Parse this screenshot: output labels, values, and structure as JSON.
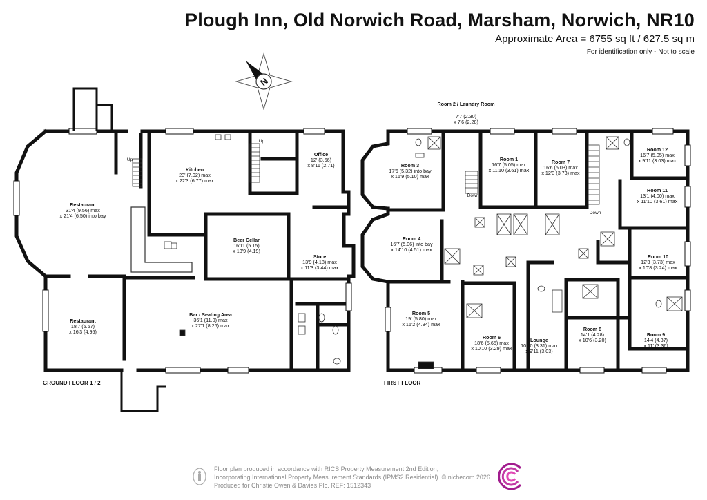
{
  "header": {
    "title": "Plough Inn, Old Norwich Road, Marsham, Norwich, NR10",
    "area": "Approximate Area = 6755 sq ft / 627.5 sq m",
    "note": "For identification only - Not to scale"
  },
  "compass": {
    "label": "N"
  },
  "floors": {
    "ground": {
      "label": "GROUND FLOOR 1 / 2",
      "rooms": [
        {
          "name": "Restaurant",
          "dims": [
            "31'4 (9.56) max",
            "x 21'4 (6.50) into bay"
          ]
        },
        {
          "name": "Kitchen",
          "dims": [
            "23' (7.02) max",
            "x 22'3 (6.77) max"
          ]
        },
        {
          "name": "Office",
          "dims": [
            "12' (3.66)",
            "x 8'11 (2.71)"
          ]
        },
        {
          "name": "Beer Cellar",
          "dims": [
            "16'11 (5.15)",
            "x 13'9 (4.19)"
          ]
        },
        {
          "name": "Store",
          "dims": [
            "13'9 (4.18) max",
            "x 11'3 (3.44) max"
          ]
        },
        {
          "name": "Restaurant",
          "dims": [
            "18'7 (5.67)",
            "x 16'3 (4.95)"
          ]
        },
        {
          "name": "Bar / Seating Area",
          "dims": [
            "36'1 (11.0) max",
            "x 27'1 (8.26) max"
          ]
        }
      ],
      "up_labels": [
        "Up",
        "Up"
      ]
    },
    "first": {
      "label": "FIRST FLOOR",
      "rooms": [
        {
          "name": "Room 2 / Laundry Room",
          "dims": [
            "7'7 (2.30)",
            "x 7'6 (2.28)"
          ]
        },
        {
          "name": "Room 3",
          "dims": [
            "17'6 (5.32) into bay",
            "x 16'9 (5.10) max"
          ]
        },
        {
          "name": "Room 1",
          "dims": [
            "16'7 (5.05) max",
            "x 11'10 (3.61) max"
          ]
        },
        {
          "name": "Room 7",
          "dims": [
            "16'6 (5.03) max",
            "x 12'3 (3.73) max"
          ]
        },
        {
          "name": "Room 12",
          "dims": [
            "16'7 (5.05) max",
            "x 9'11 (3.03) max"
          ]
        },
        {
          "name": "Room 11",
          "dims": [
            "13'1 (4.00) max",
            "x 11'10 (3.61) max"
          ]
        },
        {
          "name": "Room 4",
          "dims": [
            "16'7 (5.06) into bay",
            "x 14'10 (4.51) max"
          ]
        },
        {
          "name": "Room 10",
          "dims": [
            "12'3 (3.73) max",
            "x 10'8 (3.24) max"
          ]
        },
        {
          "name": "Room 5",
          "dims": [
            "19' (5.80) max",
            "x 16'2 (4.94) max"
          ]
        },
        {
          "name": "Room 6",
          "dims": [
            "18'6 (5.65) max",
            "x 10'10 (3.29) max"
          ]
        },
        {
          "name": "Lounge",
          "dims": [
            "10'10 (3.31) max",
            "x 9'11 (3.03)"
          ]
        },
        {
          "name": "Room 8",
          "dims": [
            "14'1 (4.28)",
            "x 10'6 (3.20)"
          ]
        },
        {
          "name": "Room 9",
          "dims": [
            "14'4 (4.37)",
            "x 11' (3.36)"
          ]
        }
      ],
      "down_labels": [
        "Down",
        "Down"
      ]
    }
  },
  "footer": {
    "line1": "Floor plan produced in accordance with RICS Property Measurement 2nd Edition,",
    "line2": "Incorporating International Property Measurement Standards (IPMS2 Residential).  © nichecom 2026.",
    "line3": "Produced for Christie Owen & Davies Plc.  REF: 1512343"
  },
  "colors": {
    "wall": "#111111",
    "logo_magenta": "#a21c8e",
    "logo_pink": "#e04ab5",
    "footer_text": "#8a8a8a"
  }
}
